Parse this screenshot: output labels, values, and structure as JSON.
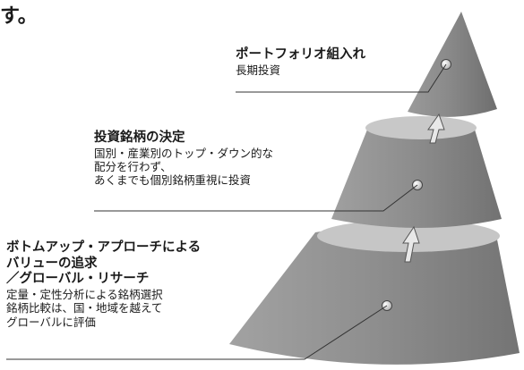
{
  "fragment": "す。",
  "levels": [
    {
      "title": "ポートフォリオ組入れ",
      "lines": [
        "長期投資"
      ]
    },
    {
      "title": "投資銘柄の決定",
      "lines": [
        "国別・産業別のトップ・ダウン的な",
        "配分を行わず、",
        "あくまでも個別銘柄重視に投資"
      ]
    },
    {
      "title_lines": [
        "ボトムアップ・アプローチによる",
        "バリューの追求",
        "／グローバル・リサーチ"
      ],
      "lines": [
        "定量・定性分析による銘柄選択",
        "銘柄比較は、国・地域を越えて",
        "グローバルに評価"
      ]
    }
  ],
  "colors": {
    "cone_side": "#8c8c8c",
    "cone_top": "#c9c9c9",
    "text": "#1a1a1a",
    "leader": "#333333"
  }
}
